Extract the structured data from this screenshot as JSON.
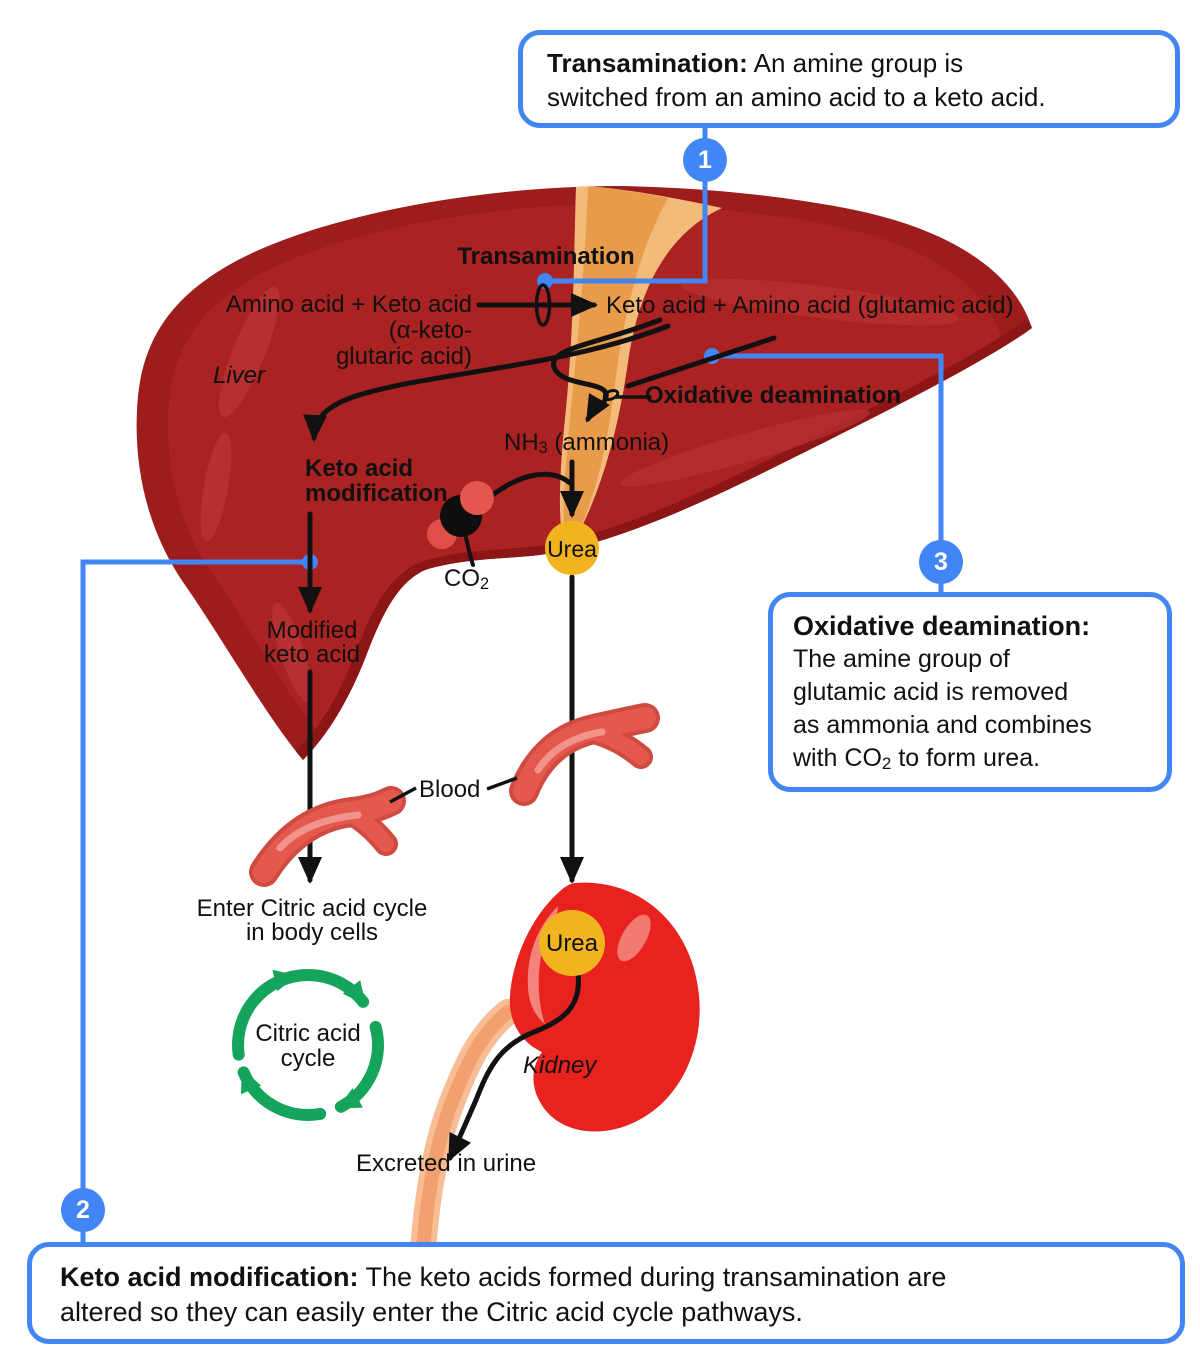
{
  "colors": {
    "accent_blue": "#4285f4",
    "liver_base": "#9d1c1c",
    "liver_inner": "#ab2222",
    "liver_shadow": "#8c1515",
    "liver_streak": "#b73030",
    "ligament_light": "#f2bb79",
    "ligament_dark": "#e89c4b",
    "kidney_red": "#e8231f",
    "kidney_highlight": "#f3837b",
    "ureter_light": "#f8bd95",
    "ureter_dark": "#f3a071",
    "vessel_outline": "#cf4a40",
    "vessel_fill": "#e4584e",
    "vessel_highlight": "#f0948b",
    "urea_gold": "#f1b41f",
    "cycle_green": "#14a45c",
    "line_black": "#111111"
  },
  "callouts": {
    "transamination": {
      "number": "1",
      "title": "Transamination:",
      "line1": " An amine group is",
      "line2": "switched from an amino acid to a keto acid."
    },
    "keto_modification": {
      "number": "2",
      "title": "Keto acid modification:",
      "line1": " The keto acids formed during transamination are",
      "line2": "altered so they can easily enter the Citric acid cycle pathways."
    },
    "oxidative_deamination": {
      "number": "3",
      "title": "Oxidative deamination:",
      "line1": "The amine group of",
      "line2": "glutamic acid is removed",
      "line3": "as ammonia and combines",
      "line4_pre": "with CO",
      "line4_sub": "2",
      "line4_post": " to form urea."
    }
  },
  "diagram": {
    "liver_label": "Liver",
    "kidney_label": "Kidney",
    "transamination_label": "Transamination",
    "reaction_left": "Amino acid + Keto acid",
    "reaction_left_sub1": "(α-keto-",
    "reaction_left_sub2": "glutaric acid)",
    "reaction_right": "Keto acid + Amino acid (glutamic acid)",
    "oxidative_label": "Oxidative deamination",
    "nh3_pre": "NH",
    "nh3_sub": "3",
    "nh3_post": " (ammonia)",
    "keto_mod_line1": "Keto acid",
    "keto_mod_line2": "modification",
    "co2_pre": "CO",
    "co2_sub": "2",
    "urea_liver": "Urea",
    "urea_kidney": "Urea",
    "modified_line1": "Modified",
    "modified_line2": "keto acid",
    "blood_label": "Blood",
    "enter_line1": "Enter Citric acid cycle",
    "enter_line2": "in body cells",
    "cycle_line1": "Citric acid",
    "cycle_line2": "cycle",
    "excreted_label": "Excreted in urine"
  }
}
